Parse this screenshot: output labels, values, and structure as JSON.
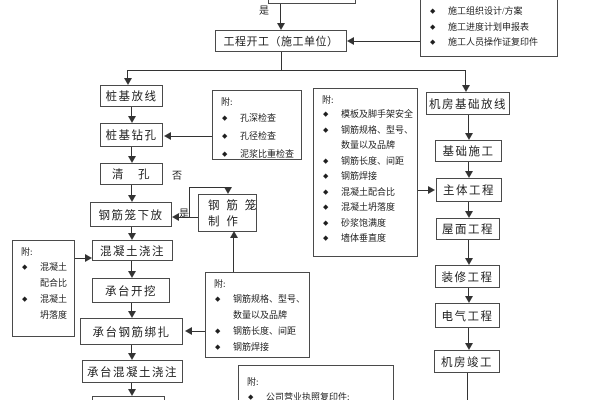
{
  "diagram": {
    "title_box": "工程开工（施工单位）",
    "decision_labels": {
      "yes_top": "是",
      "no_cage": "否",
      "yes_cage": "是"
    },
    "left_flow": [
      "桩基放线",
      "桩基钻孔",
      "清　孔",
      "钢筋笼下放",
      "混凝土浇注",
      "承台开挖",
      "承台钢筋绑扎",
      "承台混凝土浇注"
    ],
    "cage_box": {
      "line1": "钢 筋 笼",
      "line2": "制 作"
    },
    "right_flow": [
      "机房基础放线",
      "基础施工",
      "主体工程",
      "屋面工程",
      "装修工程",
      "电气工程",
      "机房竣工"
    ],
    "notes": {
      "prefix": "附:",
      "start_docs": [
        "施工组织设计/方案",
        "施工进度计划申报表",
        "施工人员操作证复印件"
      ],
      "drill_check": [
        "孔深检查",
        "孔径检查",
        "泥浆比重检查"
      ],
      "concrete_check": [
        "混凝土配合比",
        "混凝土坍落度"
      ],
      "rebar_check": [
        "钢筋规格、型号、数量以及品牌",
        "钢筋长度、间距",
        "钢筋焊接"
      ],
      "structure_check": [
        "模板及脚手架安全",
        "钢筋规格、型号、数量以及品牌",
        "钢筋长度、间距",
        "钢筋焊接",
        "混凝土配合比",
        "混凝土坍落度",
        "砂浆饱满度",
        "墙体垂直度"
      ],
      "license": [
        "公司营业执照复印件:"
      ]
    },
    "colors": {
      "border": "#4a4a4a",
      "line": "#333333",
      "text": "#1f1f1f",
      "background": "#ffffff"
    }
  },
  "icons": {
    "bullet": "◆"
  }
}
